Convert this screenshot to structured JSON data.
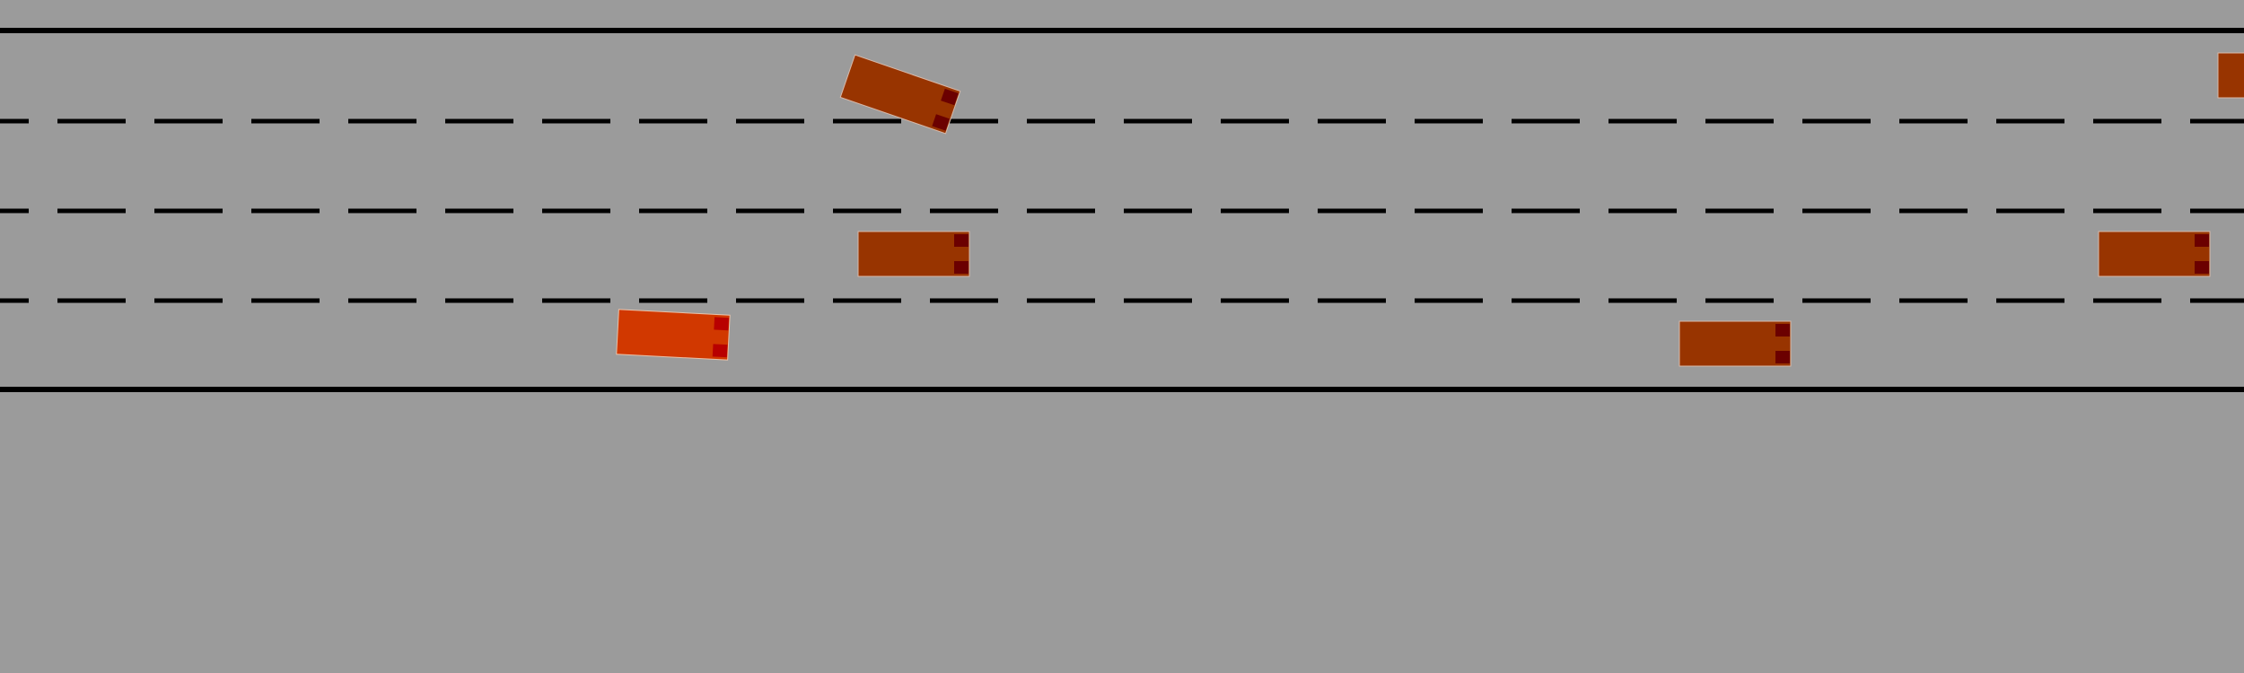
{
  "scene": {
    "background_color": "#9b9b9b",
    "road_line_color": "#000000",
    "lane_count": 4,
    "lane_line_styles": [
      "solid",
      "dashed",
      "dashed",
      "dashed",
      "solid"
    ]
  },
  "vehicles": [
    {
      "id": "ego-vehicle",
      "role": "ego",
      "body_color": "#d13800",
      "light_color": "#b80000",
      "lane": 4,
      "heading_deg": 3
    },
    {
      "id": "vehicle-1",
      "role": "other",
      "body_color": "#983400",
      "light_color": "#6b0000",
      "lane": 1,
      "heading_deg": 19
    },
    {
      "id": "vehicle-2",
      "role": "other",
      "body_color": "#983400",
      "light_color": "#6b0000",
      "lane": 3,
      "heading_deg": 0
    },
    {
      "id": "vehicle-3",
      "role": "other",
      "body_color": "#983400",
      "light_color": "#6b0000",
      "lane": 4,
      "heading_deg": 0
    },
    {
      "id": "vehicle-4",
      "role": "other",
      "body_color": "#983400",
      "light_color": "#6b0000",
      "lane": 3,
      "heading_deg": 0
    },
    {
      "id": "vehicle-5",
      "role": "other",
      "body_color": "#983400",
      "light_color": "#6b0000",
      "lane": 1,
      "heading_deg": 0,
      "partially_visible": true
    }
  ]
}
